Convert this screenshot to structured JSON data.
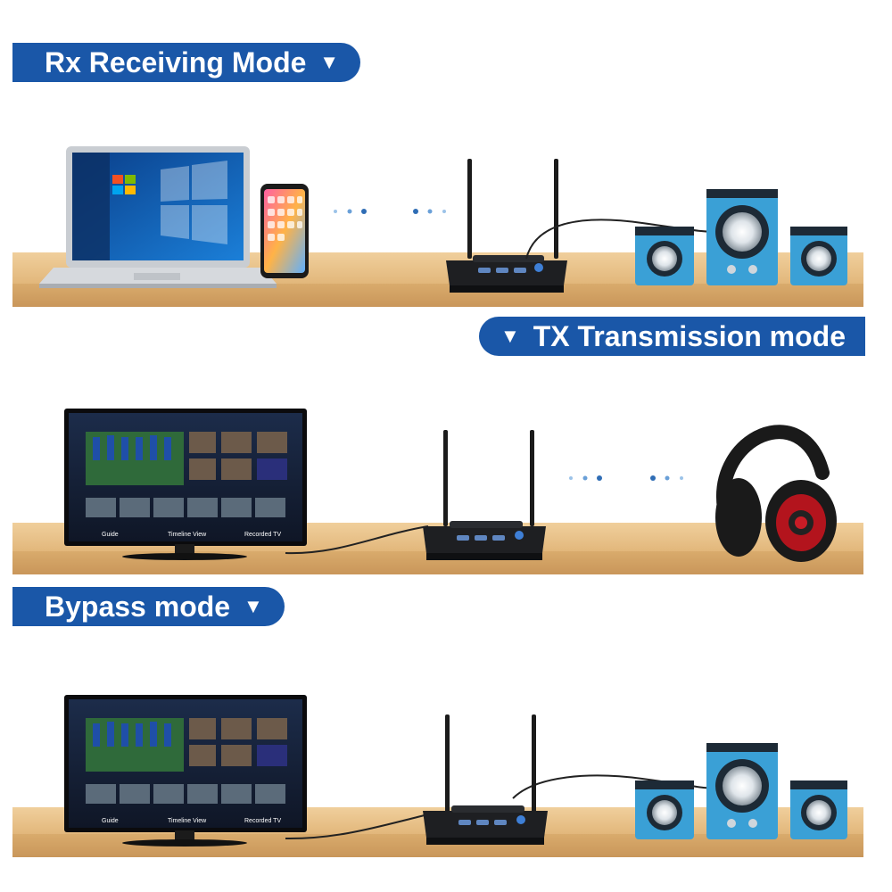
{
  "banners": {
    "rx": {
      "label": "Rx Receiving Mode",
      "arrow": "▼"
    },
    "tx": {
      "label": "TX Transmission mode",
      "arrow": "▼"
    },
    "bypass": {
      "label": "Bypass mode",
      "arrow": "▼"
    }
  },
  "tv": {
    "menu": [
      "Guide",
      "Timeline View",
      "Recorded TV"
    ]
  },
  "colors": {
    "banner": "#1a57a8",
    "wood": "#e9c48d",
    "wood_front": "#d7a868",
    "speaker_blue": "#3aa0d6",
    "device": "#1e1f22",
    "dot_dark": "#2f6db5",
    "dot_light": "#9cc3e8"
  },
  "icons": {
    "laptop": "laptop-icon",
    "phone": "smartphone-icon",
    "transceiver": "bluetooth-transceiver-icon",
    "speakers": "speaker-set-icon",
    "headphones": "headphones-icon",
    "tv": "television-icon"
  }
}
